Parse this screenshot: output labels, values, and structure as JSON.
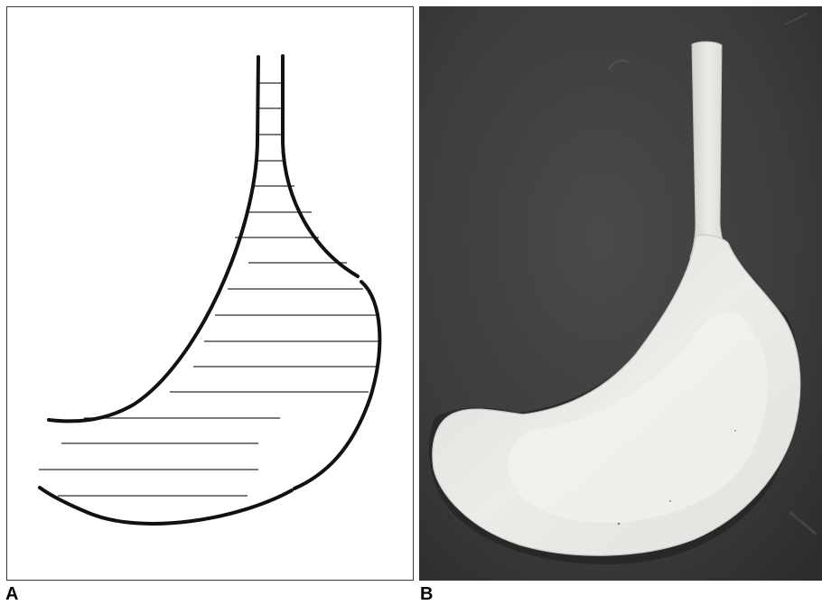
{
  "panels": [
    {
      "label": "A",
      "content": "line-drawing"
    },
    {
      "label": "B",
      "content": "photograph"
    }
  ],
  "colors": {
    "outline": "#111111",
    "hatch": "#2a2a2a",
    "photo_background": "#3f3f3f",
    "cast_fill": "#e9e9e7"
  }
}
